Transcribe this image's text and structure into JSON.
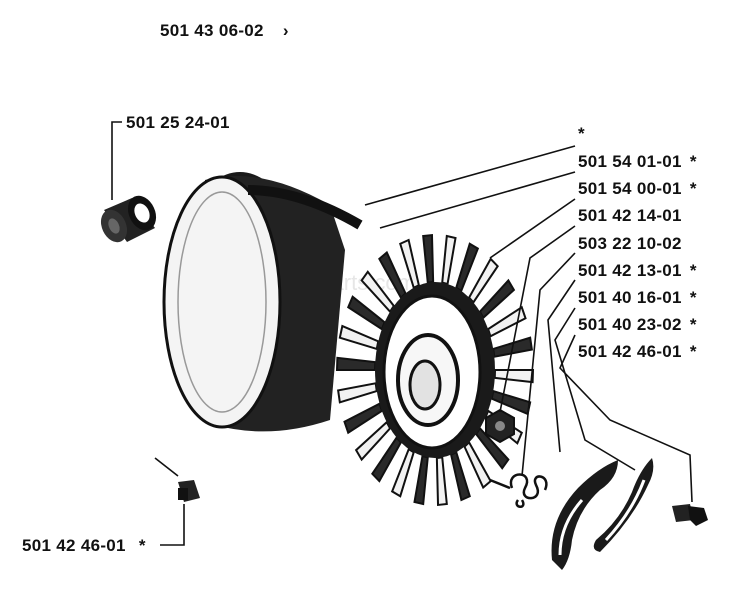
{
  "assembly_number": "501 43 06-02",
  "assembly_arrow": "›",
  "watermark": "eReplacementParts.com",
  "labels": {
    "bushing": "501 25 24-01",
    "bolt_left": "501 42 46-01",
    "bolt_left_star": "*",
    "lone_star": "*",
    "right": [
      {
        "text": "501 54 01-01",
        "star": "*"
      },
      {
        "text": "501 54 00-01",
        "star": "*"
      },
      {
        "text": "501 42 14-01",
        "star": ""
      },
      {
        "text": "503 22 10-02",
        "star": ""
      },
      {
        "text": "501 42 13-01",
        "star": "*"
      },
      {
        "text": "501 40 16-01",
        "star": "*"
      },
      {
        "text": "501 40 23-02",
        "star": "*"
      },
      {
        "text": "501 42 46-01",
        "star": "*"
      }
    ]
  },
  "colors": {
    "ink": "#111111",
    "paper": "#ffffff",
    "shade": "#555555"
  }
}
